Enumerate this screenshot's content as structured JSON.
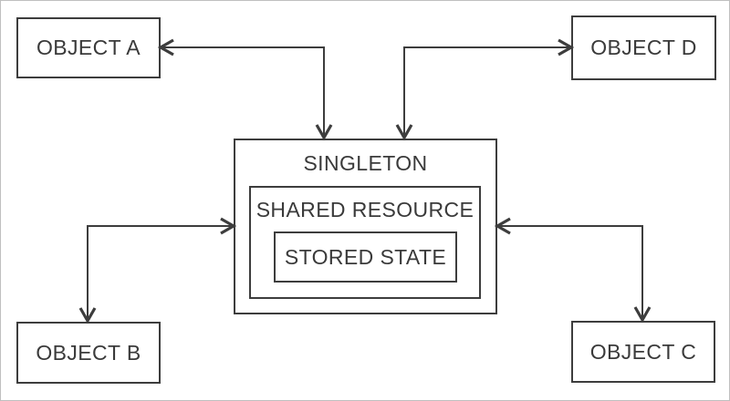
{
  "diagram": {
    "nodes": {
      "object_a": {
        "label": "OBJECT A"
      },
      "object_d": {
        "label": "OBJECT D"
      },
      "object_b": {
        "label": "OBJECT B"
      },
      "object_c": {
        "label": "OBJECT C"
      },
      "singleton": {
        "label": "SINGLETON"
      },
      "shared_resource": {
        "label": "SHARED RESOURCE"
      },
      "stored_state": {
        "label": "STORED STATE"
      }
    },
    "connections": [
      {
        "from": "OBJECT A",
        "to": "SINGLETON",
        "style": "elbow",
        "bidirectional": true
      },
      {
        "from": "OBJECT D",
        "to": "SINGLETON",
        "style": "elbow",
        "bidirectional": true
      },
      {
        "from": "OBJECT B",
        "to": "SINGLETON",
        "style": "elbow",
        "bidirectional": true
      },
      {
        "from": "OBJECT C",
        "to": "SINGLETON",
        "style": "elbow",
        "bidirectional": true
      }
    ],
    "colors": {
      "stroke": "#3d3d3d",
      "text": "#3a3a3a",
      "background": "#ffffff",
      "frame": "#bfbfbf"
    }
  }
}
